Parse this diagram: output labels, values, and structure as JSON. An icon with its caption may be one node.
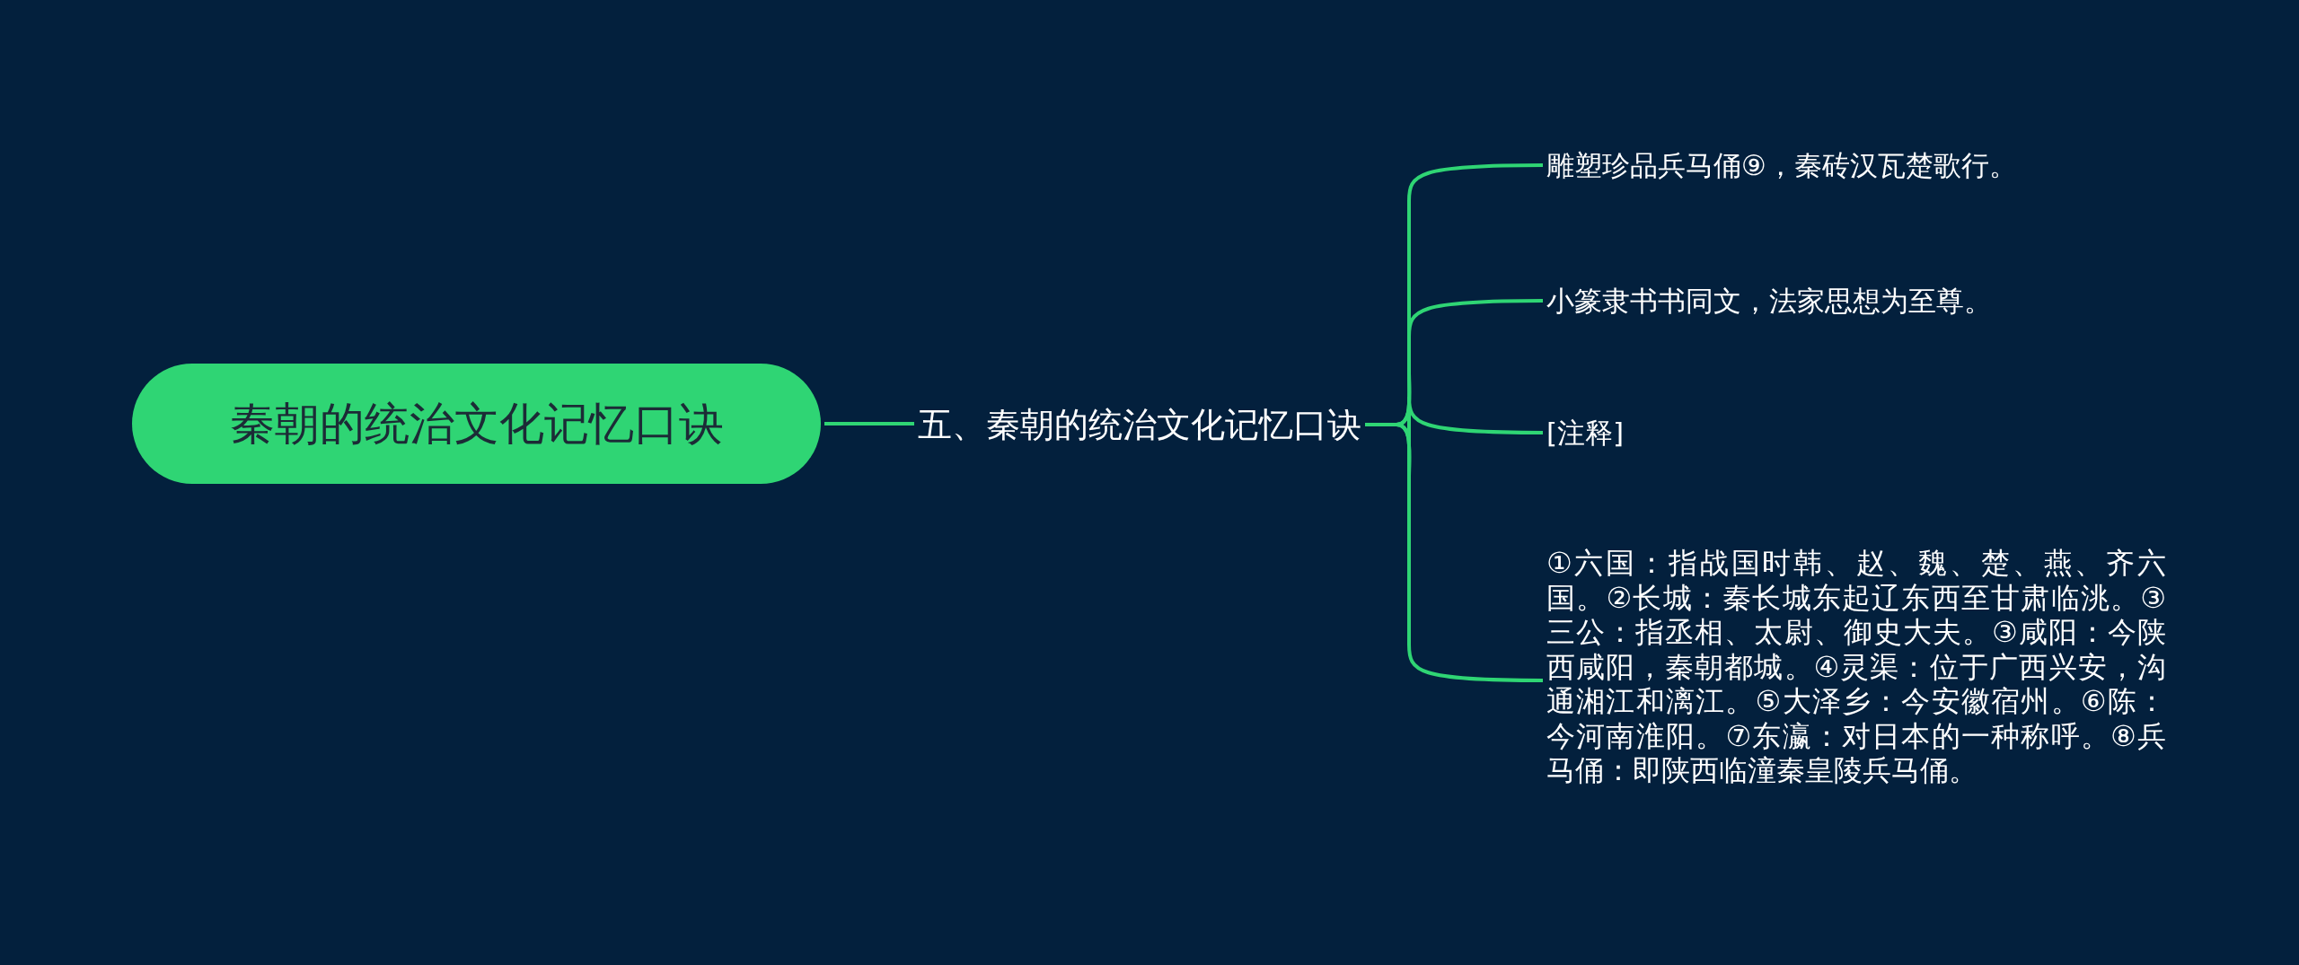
{
  "diagram": {
    "nodes": [
      {
        "text": [
          "秦朝的统治文化记忆口诀"
        ]
      },
      {
        "text": [
          "五、秦朝的统治文化记忆口诀"
        ]
      },
      {
        "text": [
          "雕塑珍品兵马俑⑨，秦砖汉瓦楚歌行。"
        ]
      },
      {
        "text": [
          "小篆隶书书同文，法家思想为至尊。"
        ]
      },
      {
        "text": [
          "[注释]"
        ]
      },
      {
        "text": [
          "①六国：指战国时韩、赵、魏、楚、燕、齐六国。②长城：秦长城东起辽东西至甘肃临洮。③三公：指丞相、太尉、御史大夫。③咸阳：今陕西咸阳，秦朝都城。④灵渠：位于广西兴安，沟通湘江和漓江。⑤大泽乡：今安徽宿州。⑥陈：今河南淮阳。⑦东瀛：对日本的一种称呼。⑧兵马俑：即陕西临潼秦皇陵兵马俑。"
        ]
      }
    ],
    "edges": [
      {
        "from": 0,
        "to": 1,
        "arrow": "none"
      },
      {
        "from": 1,
        "to": 2,
        "arrow": "none"
      },
      {
        "from": 1,
        "to": 3,
        "arrow": "none"
      },
      {
        "from": 1,
        "to": 4,
        "arrow": "none"
      },
      {
        "from": 1,
        "to": 5,
        "arrow": "none"
      }
    ]
  }
}
